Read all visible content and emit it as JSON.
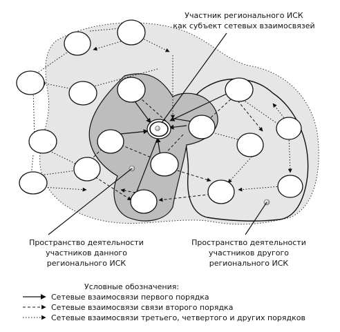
{
  "labels": {
    "participant": [
      "Участник регионального ИСК",
      "как субъект сетевых взаимосвязей"
    ],
    "space_own": [
      "Пространство деятельности",
      "участников данного",
      "регионального ИСК"
    ],
    "space_other": [
      "Пространство деятельности",
      "участников другого",
      "регионального ИСК"
    ]
  },
  "legend": {
    "title": "Условные обозначения:",
    "items": [
      {
        "label": "Сетевые взаимосвязи первого порядка",
        "style": "solid"
      },
      {
        "label": "Сетевые взаимосвязи связи второго порядка",
        "style": "dashed"
      },
      {
        "label": "Сетевые взаимосвязи третьего, четвертого и других порядков",
        "style": "dotted"
      }
    ]
  },
  "colors": {
    "outer_region": "#e6e6e6",
    "inner_region": "#bdbdbd",
    "node_fill": "#ffffff",
    "stroke": "#111111"
  }
}
